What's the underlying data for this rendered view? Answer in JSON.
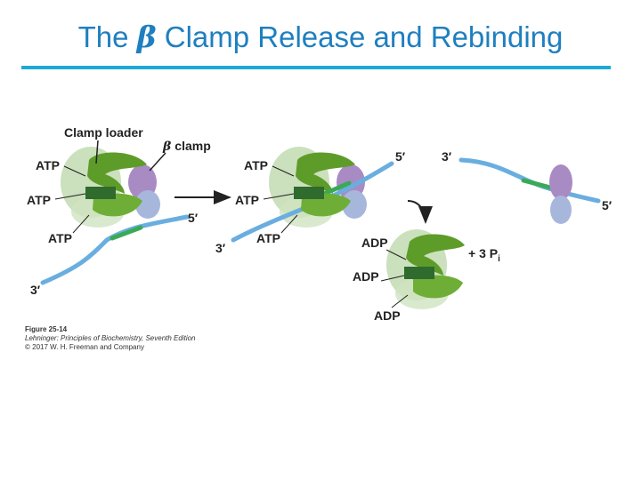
{
  "slide": {
    "title_pre": "The",
    "title_beta": "β",
    "title_post": "Clamp Release and Rebinding"
  },
  "labels": {
    "clamp_loader": "Clamp loader",
    "beta_clamp_greek": "β",
    "beta_clamp_word": "clamp",
    "atp": "ATP",
    "adp": "ADP",
    "five_prime": "5′",
    "three_prime": "3′",
    "plus_pi": "+ 3 P",
    "pi_sub": "i"
  },
  "caption": {
    "figure": "Figure 25-14",
    "book_title": "Lehninger: Principles of Biochemistry, Seventh Edition",
    "copyright": "© 2017 W. H. Freeman and Company"
  },
  "colors": {
    "title": "#1f7fc0",
    "rule": "#1fa8d6",
    "dna": "#6aaee0",
    "primer": "#3aaa55",
    "loader_green": "#5e9c2a",
    "loader_dark": "#2f6a2e",
    "clamp_purple": "#a98bc4",
    "clamp_blue": "#a7b7dc"
  }
}
